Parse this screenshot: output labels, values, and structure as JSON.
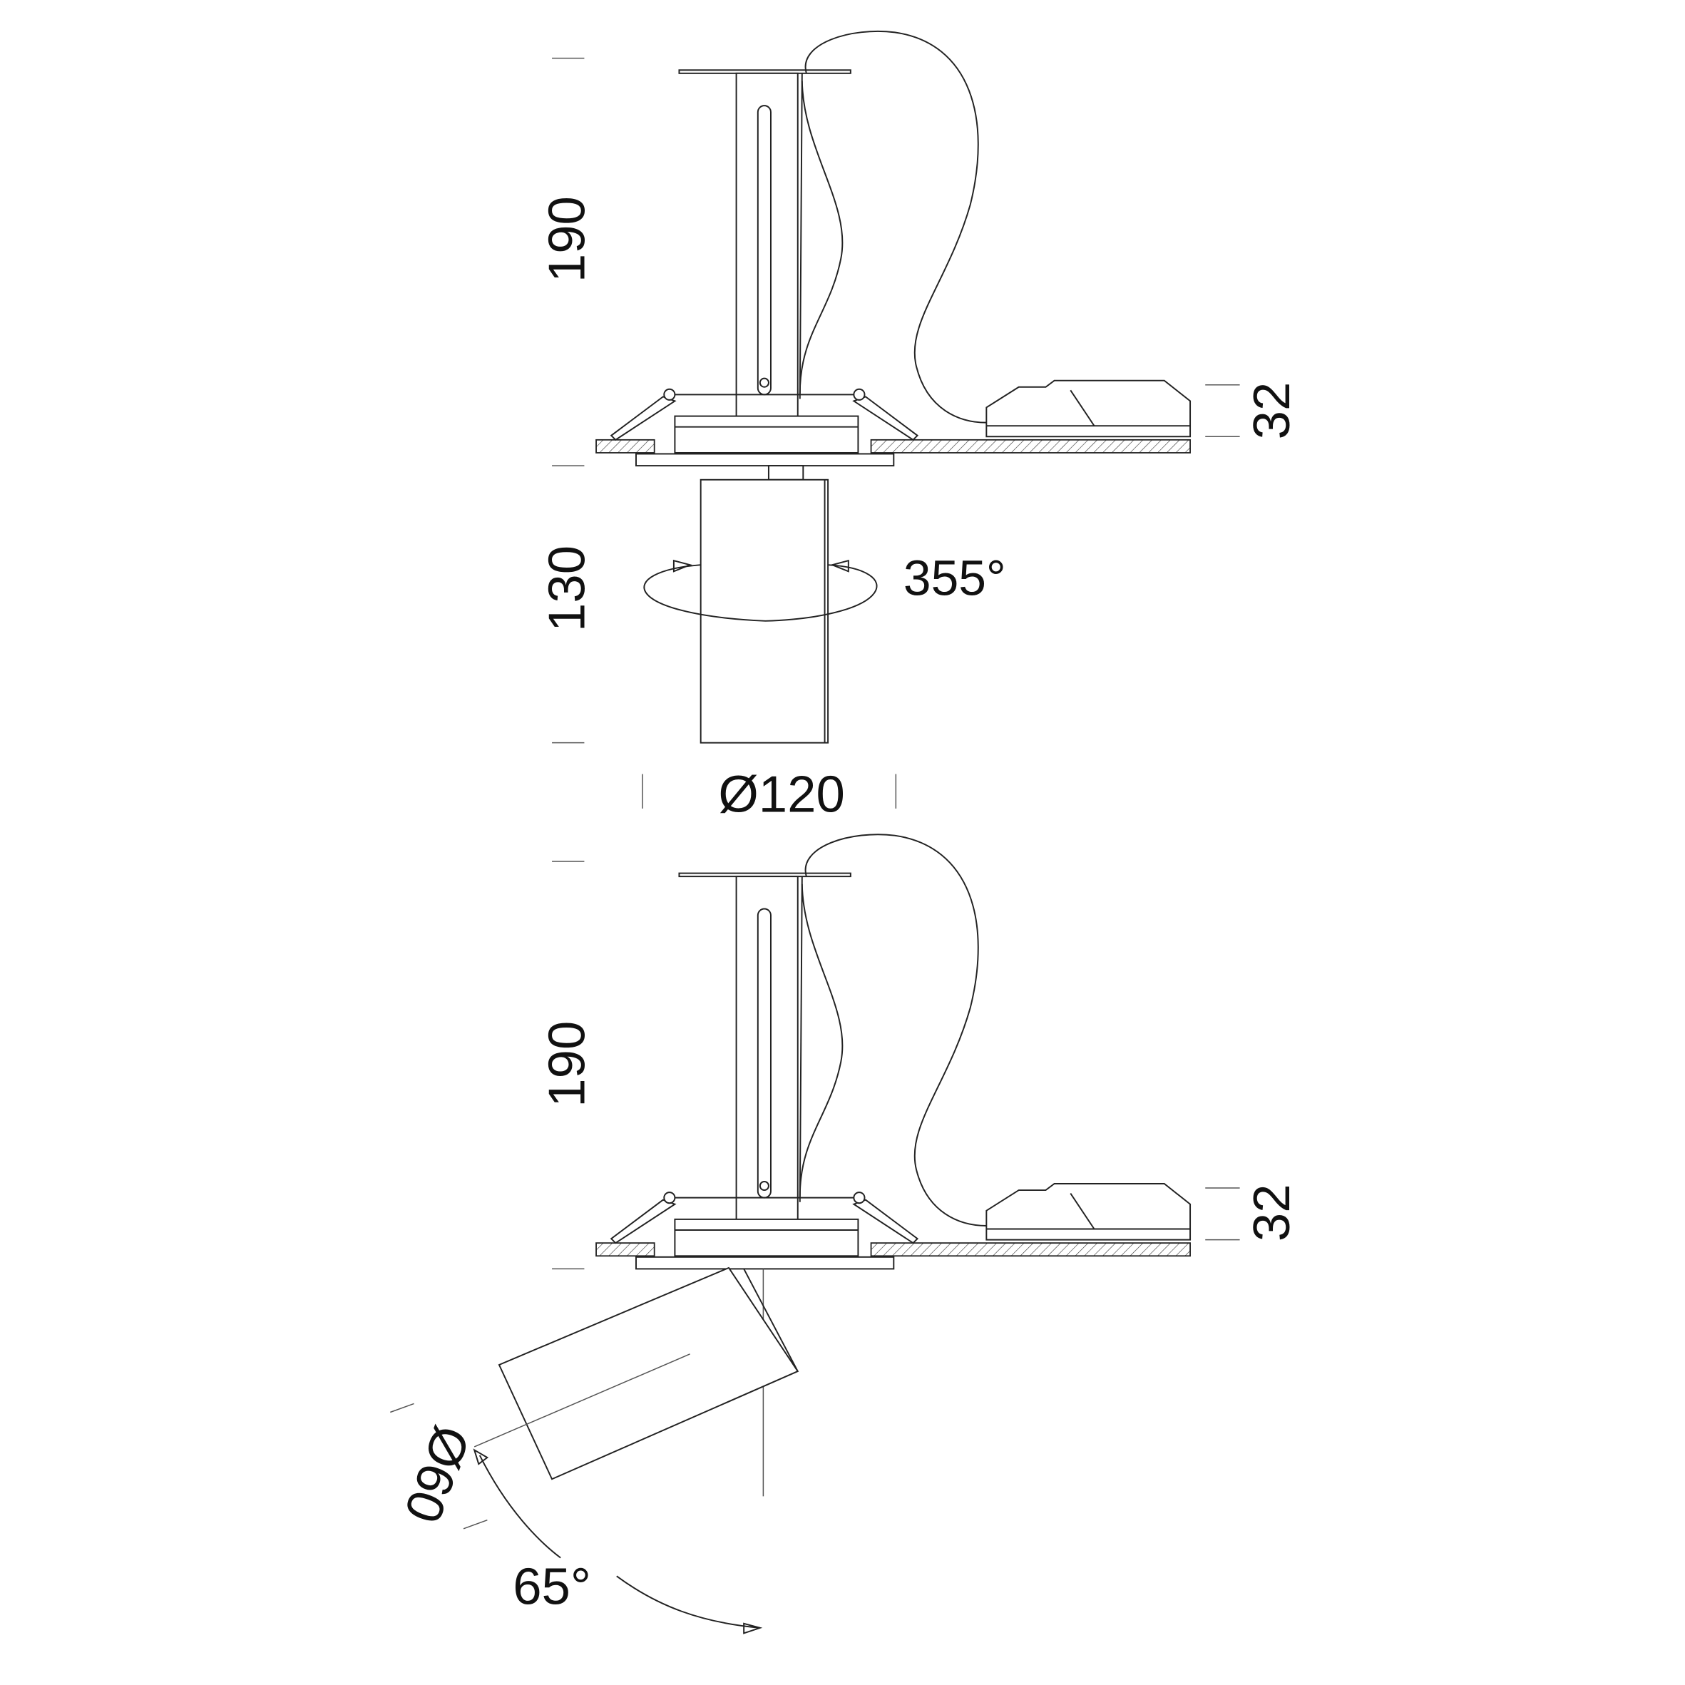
{
  "drawing": {
    "top_view": {
      "height_dim": "190",
      "lamp_height_dim": "130",
      "rotation_angle": "355°",
      "driver_height_dim": "32",
      "diameter_dim": "Ø120"
    },
    "bottom_view": {
      "height_dim": "190",
      "driver_height_dim": "32",
      "lamp_diameter_dim": "Ø60",
      "tilt_angle": "65°"
    },
    "colors": {
      "line": "#222222",
      "background": "#ffffff"
    }
  }
}
